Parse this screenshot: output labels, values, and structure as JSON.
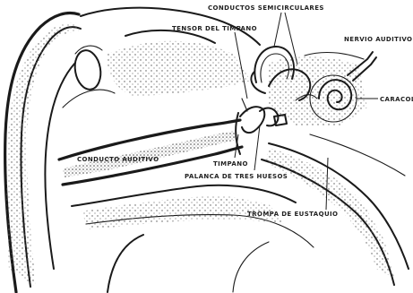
{
  "labels": {
    "conductos": "CONDUCTOS SEMICIRCULARES",
    "tensor": "TENSOR DEL TIMPANO",
    "nervio": "NERVIO AUDITIVO",
    "caracol": "CARACOL",
    "conducto_auditivo": "CONDUCTO AUDITIVO",
    "timpano": "TIMPANO",
    "palanca": "PALANCA DE TRES HUESOS",
    "trompa": "TROMPA DE EUSTAQUIO"
  }
}
